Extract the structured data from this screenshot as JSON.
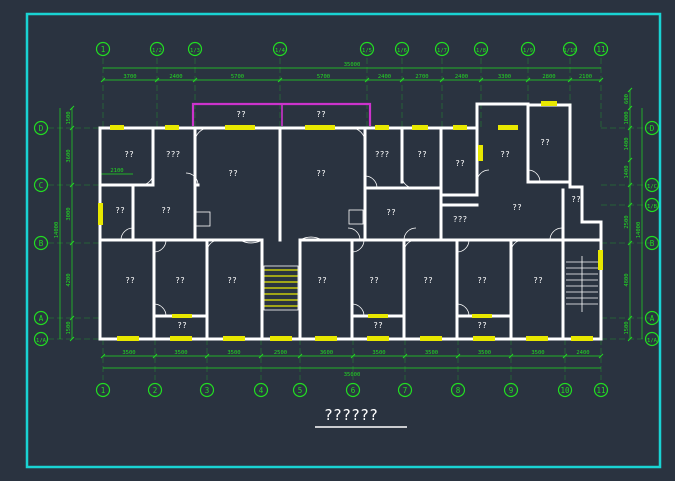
{
  "drawing": {
    "title": "??????",
    "total_dimension": "35000",
    "colors": {
      "background": "#2a3340",
      "frame": "#19d3d3",
      "wall": "#ffffff",
      "dimension": "#22dd22",
      "window": "#e8e800",
      "balcony": "#cc33cc",
      "room_text": "#ffffff"
    }
  },
  "axes_top": [
    "1",
    "1/2",
    "1/3",
    "1/4",
    "1/5",
    "1/6",
    "1/7",
    "1/8",
    "1/9",
    "1/10",
    "11"
  ],
  "axes_bottom": [
    "1",
    "2",
    "3",
    "4",
    "5",
    "6",
    "7",
    "8",
    "9",
    "10",
    "11"
  ],
  "axes_left": [
    "D",
    "C",
    "B",
    "A",
    "1/A"
  ],
  "axes_right": [
    "D",
    "1/C",
    "1/B",
    "B",
    "A",
    "1/A"
  ],
  "dims_top": [
    "3700",
    "2400",
    "5700",
    "5700",
    "2400",
    "2700",
    "2400",
    "3300",
    "2800",
    "2100"
  ],
  "dims_bottom": [
    "3500",
    "3500",
    "3500",
    "2500",
    "3600",
    "3500",
    "3500",
    "3500",
    "3500",
    "2400"
  ],
  "dims_left": [
    "1500",
    "3600",
    "3000",
    "14000",
    "4200",
    "1500"
  ],
  "dims_right": [
    "600",
    "1000",
    "1400",
    "1400",
    "2500",
    "14000",
    "4800",
    "1500"
  ],
  "dim_inner": "2100",
  "rooms": [
    "??",
    "???",
    "??",
    "??",
    "??",
    "???",
    "??",
    "??",
    "??",
    "??",
    "??",
    "??",
    "??",
    "??",
    "???",
    "??",
    "??",
    "??",
    "??",
    "??",
    "??",
    "??",
    "??",
    "??",
    "??",
    "??",
    "??",
    "??",
    "??",
    "??"
  ]
}
